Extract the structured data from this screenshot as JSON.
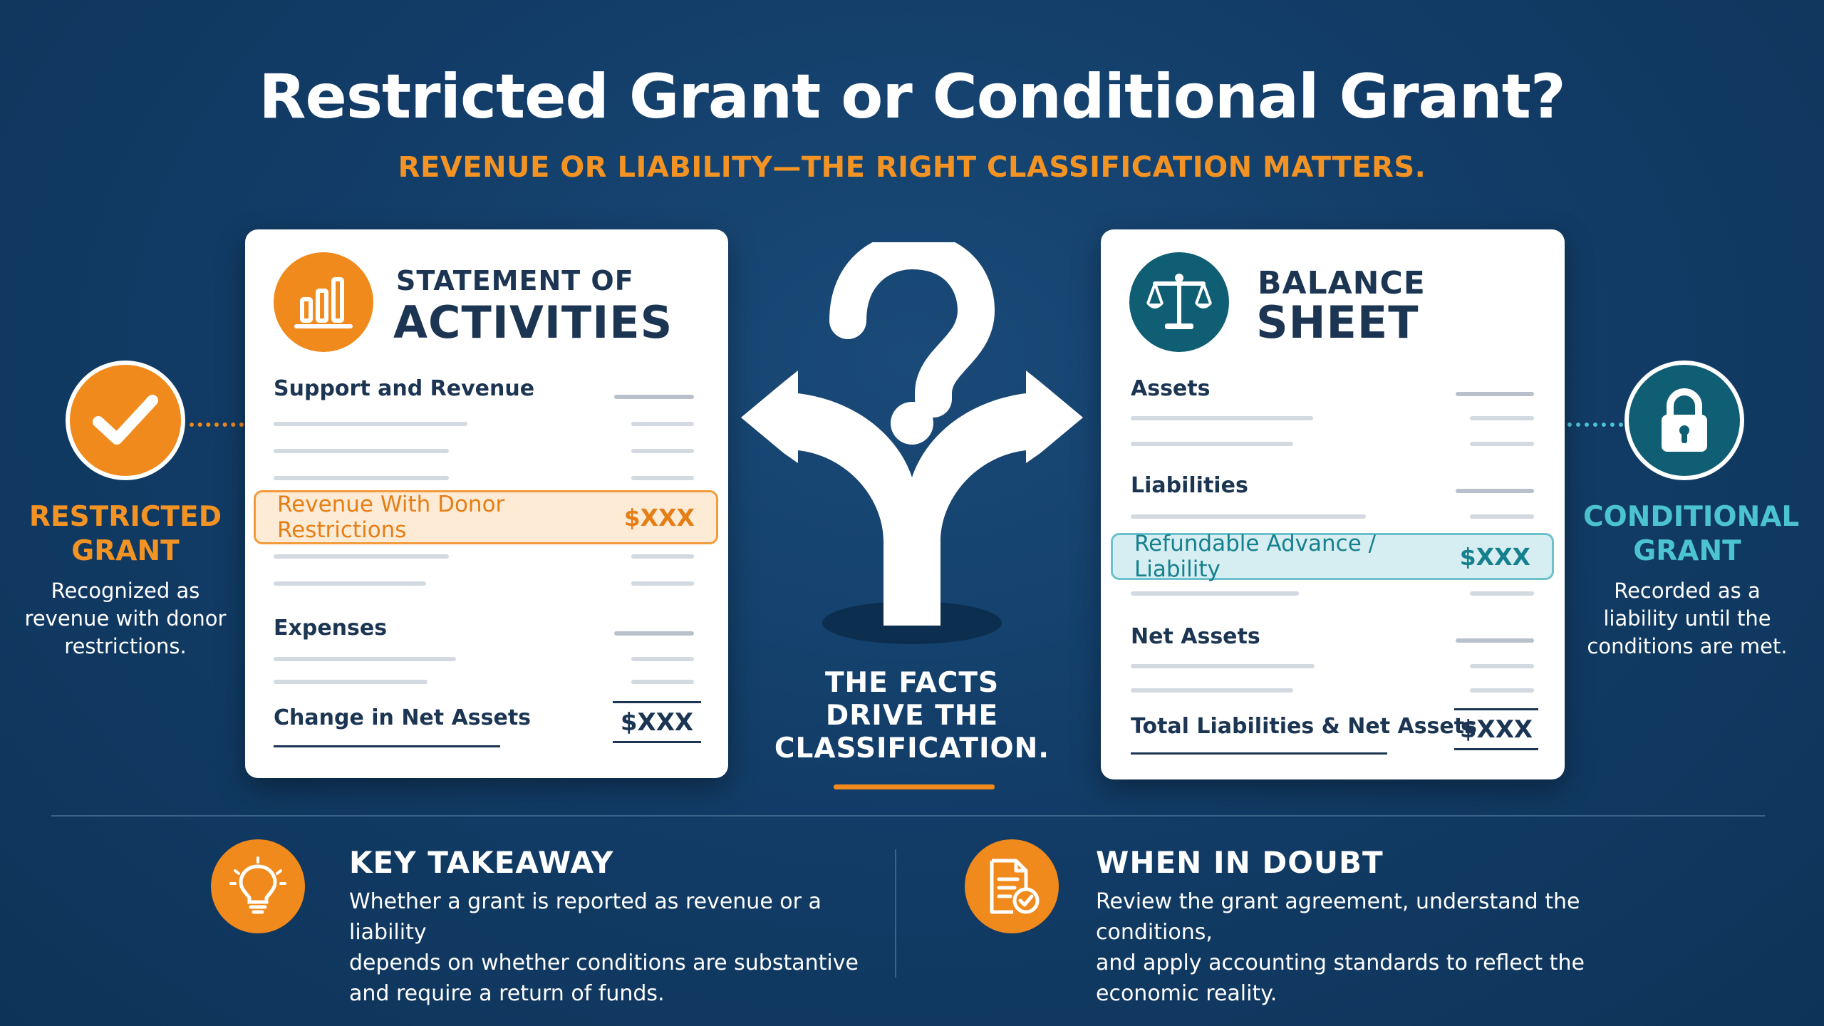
{
  "header": {
    "title": "Restricted Grant or Conditional Grant?",
    "subtitle": "REVENUE OR LIABILITY—THE RIGHT CLASSIFICATION MATTERS."
  },
  "colors": {
    "background": "#123d68",
    "orange": "#f08a1c",
    "teal": "#4cc3d0",
    "navy": "#1b3552",
    "dark_teal": "#0f5e74"
  },
  "left_badge": {
    "icon": "checkmark-icon",
    "title_line1": "RESTRICTED",
    "title_line2": "GRANT",
    "desc_line1": "Recognized as",
    "desc_line2": "revenue with donor",
    "desc_line3": "restrictions."
  },
  "right_badge": {
    "icon": "padlock-icon",
    "title_line1": "CONDITIONAL",
    "title_line2": "GRANT",
    "desc_line1": "Recorded as a",
    "desc_line2": "liability until the",
    "desc_line3": "conditions are met."
  },
  "statement_card": {
    "icon": "bar-chart-icon",
    "title_small": "STATEMENT OF",
    "title_big": "ACTIVITIES",
    "section1": "Support and Revenue",
    "highlight_label": "Revenue With Donor Restrictions",
    "highlight_amount": "$XXX",
    "section2": "Expenses",
    "section3": "Change in Net Assets",
    "section3_amount": "$XXX"
  },
  "balance_card": {
    "icon": "scales-icon",
    "title_small": "BALANCE",
    "title_big": "SHEET",
    "section1": "Assets",
    "section2": "Liabilities",
    "highlight_label": "Refundable Advance / Liability",
    "highlight_amount": "$XXX",
    "section3": "Net Assets",
    "section4": "Total Liabilities & Net Assets",
    "section4_amount": "$XXX"
  },
  "center": {
    "icon": "question-fork-icon",
    "line1": "THE FACTS",
    "line2": "DRIVE THE",
    "line3": "CLASSIFICATION."
  },
  "footer": {
    "takeaway": {
      "icon": "lightbulb-icon",
      "title": "KEY TAKEAWAY",
      "line1": "Whether a grant is reported as revenue or a liability",
      "line2": "depends on whether conditions are substantive",
      "line3": "and require a return of funds."
    },
    "doubt": {
      "icon": "document-check-icon",
      "title": "WHEN IN DOUBT",
      "line1": "Review the grant agreement, understand the conditions,",
      "line2": "and apply accounting standards to reflect the",
      "line3": "economic reality."
    }
  }
}
